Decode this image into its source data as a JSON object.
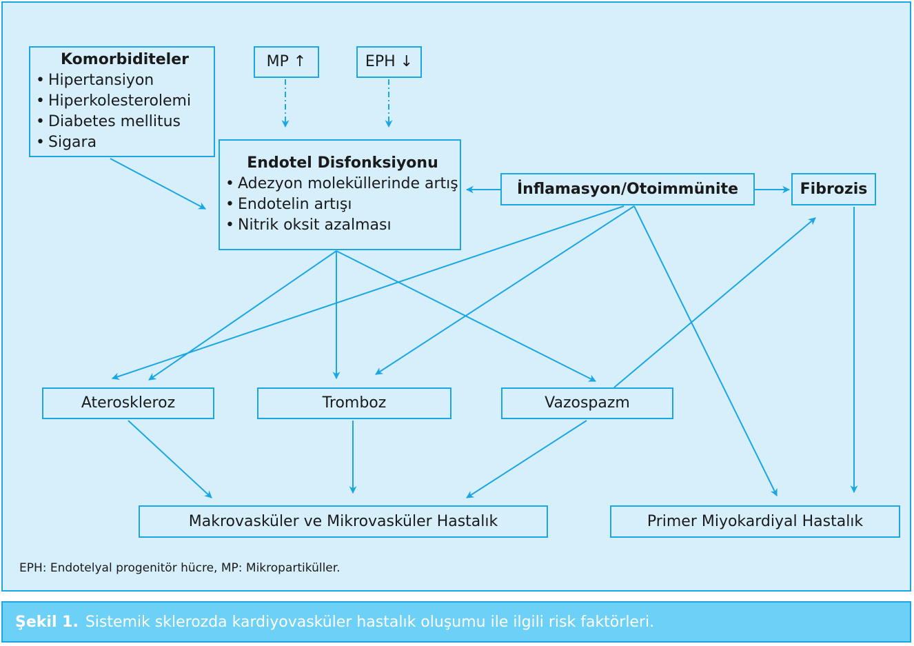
{
  "colors": {
    "accent": "#19a6e3",
    "panel": "#d6effb",
    "caption_bar": "#6dd0f6"
  },
  "nodes": {
    "komorbiditeler": {
      "title": "Komorbiditeler",
      "items": [
        "Hipertansiyon",
        "Hiperkolesterolemi",
        "Diabetes mellitus",
        "Sigara"
      ]
    },
    "mp": {
      "label": "MP ↑"
    },
    "eph": {
      "label": "EPH ↓"
    },
    "endotel": {
      "title": "Endotel Disfonksiyonu",
      "items": [
        "Adezyon moleküllerinde artış",
        "Endotelin artışı",
        "Nitrik oksit azalması"
      ]
    },
    "inflamasyon": {
      "label": "İnflamasyon/Otoimmünite"
    },
    "fibrozis": {
      "label": "Fibrozis"
    },
    "ateroskleroz": {
      "label": "Ateroskleroz"
    },
    "tromboz": {
      "label": "Tromboz"
    },
    "vazospazm": {
      "label": "Vazospazm"
    },
    "makro": {
      "label": "Makrovasküler ve Mikrovasküler Hastalık"
    },
    "primer": {
      "label": "Primer Miyokardiyal Hastalık"
    }
  },
  "edges": [
    {
      "from": "komorbiditeler",
      "to": "endotel",
      "style": "solid"
    },
    {
      "from": "mp",
      "to": "endotel",
      "style": "dashdot"
    },
    {
      "from": "eph",
      "to": "endotel",
      "style": "dashdot"
    },
    {
      "from": "inflamasyon",
      "to": "endotel",
      "style": "solid"
    },
    {
      "from": "inflamasyon",
      "to": "fibrozis",
      "style": "solid"
    },
    {
      "from": "endotel",
      "to": "ateroskleroz",
      "style": "solid"
    },
    {
      "from": "endotel",
      "to": "tromboz",
      "style": "solid"
    },
    {
      "from": "endotel",
      "to": "vazospazm",
      "style": "solid"
    },
    {
      "from": "inflamasyon",
      "to": "ateroskleroz",
      "style": "solid"
    },
    {
      "from": "inflamasyon",
      "to": "tromboz",
      "style": "solid"
    },
    {
      "from": "inflamasyon",
      "to": "primer",
      "style": "solid"
    },
    {
      "from": "vazospazm",
      "to": "fibrozis",
      "style": "solid"
    },
    {
      "from": "fibrozis",
      "to": "primer",
      "style": "solid"
    },
    {
      "from": "ateroskleroz",
      "to": "makro",
      "style": "solid"
    },
    {
      "from": "tromboz",
      "to": "makro",
      "style": "solid"
    },
    {
      "from": "vazospazm",
      "to": "makro",
      "style": "solid"
    }
  ],
  "footnote": "EPH: Endotelyal progenitör hücre, MP: Mikropartiküller.",
  "caption": {
    "label": "Şekil 1.",
    "text": "Sistemik sklerozda kardiyovasküler hastalık oluşumu ile ilgili risk faktörleri."
  }
}
